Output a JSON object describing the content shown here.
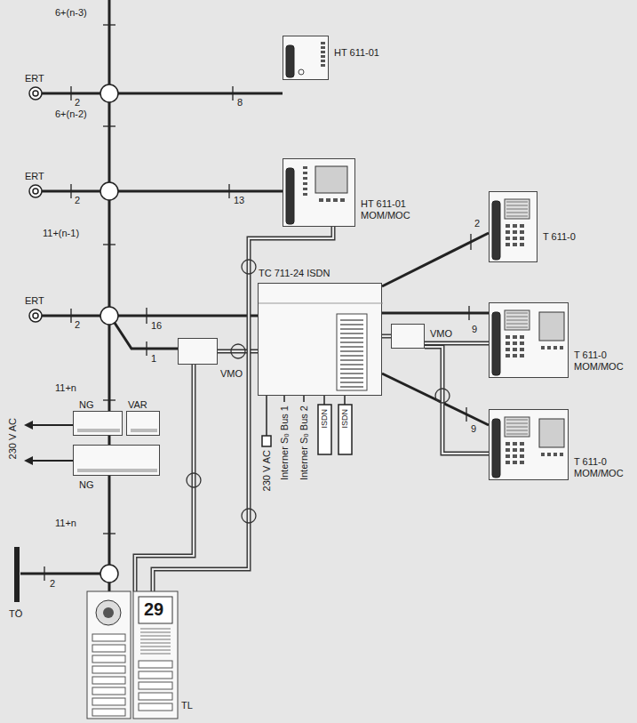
{
  "diagram": {
    "nodes": [
      {
        "text": [
          "HT 611-01"
        ]
      },
      {
        "text": [
          "HT 611-01 MOM/MOC"
        ]
      },
      {
        "text": [
          "TC 711-24 ISDN"
        ]
      },
      {
        "text": [
          "T 611-0"
        ]
      },
      {
        "text": [
          "T 611-0 MOM/MOC"
        ]
      },
      {
        "text": [
          "T 611-0 MOM/MOC"
        ]
      },
      {
        "text": [
          "VMO"
        ]
      },
      {
        "text": [
          "VMO"
        ]
      },
      {
        "text": [
          "29",
          "TL"
        ]
      },
      {
        "text": [
          "NG"
        ]
      },
      {
        "text": [
          "VAR"
        ]
      },
      {
        "text": [
          "NG"
        ]
      }
    ],
    "edges": [
      {
        "from": 2,
        "to": 3,
        "arrow": "none",
        "label": "2"
      },
      {
        "from": 2,
        "to": 4,
        "arrow": "none",
        "label": "9"
      },
      {
        "from": 2,
        "to": 5,
        "arrow": "none",
        "label": "9"
      },
      {
        "from": 2,
        "to": 7,
        "arrow": "none"
      },
      {
        "from": 7,
        "to": 4,
        "arrow": "none"
      },
      {
        "from": 7,
        "to": 5,
        "arrow": "none"
      },
      {
        "from": 6,
        "to": 2,
        "arrow": "none"
      },
      {
        "from": 1,
        "to": 8,
        "arrow": "none"
      },
      {
        "from": 6,
        "to": 8,
        "arrow": "none"
      }
    ],
    "labels": [
      "6+(n-3)",
      "ERT",
      "2",
      "8",
      "6+(n-2)",
      "ERT",
      "2",
      "13",
      "11+(n-1)",
      "ERT",
      "2",
      "16",
      "1",
      "11+n",
      "230 V AC",
      "11+n",
      "2",
      "TÖ",
      "230 V AC",
      "Interner S₀ Bus 1",
      "Interner S₀ Bus 2",
      "ISDN",
      "ISDN"
    ]
  }
}
